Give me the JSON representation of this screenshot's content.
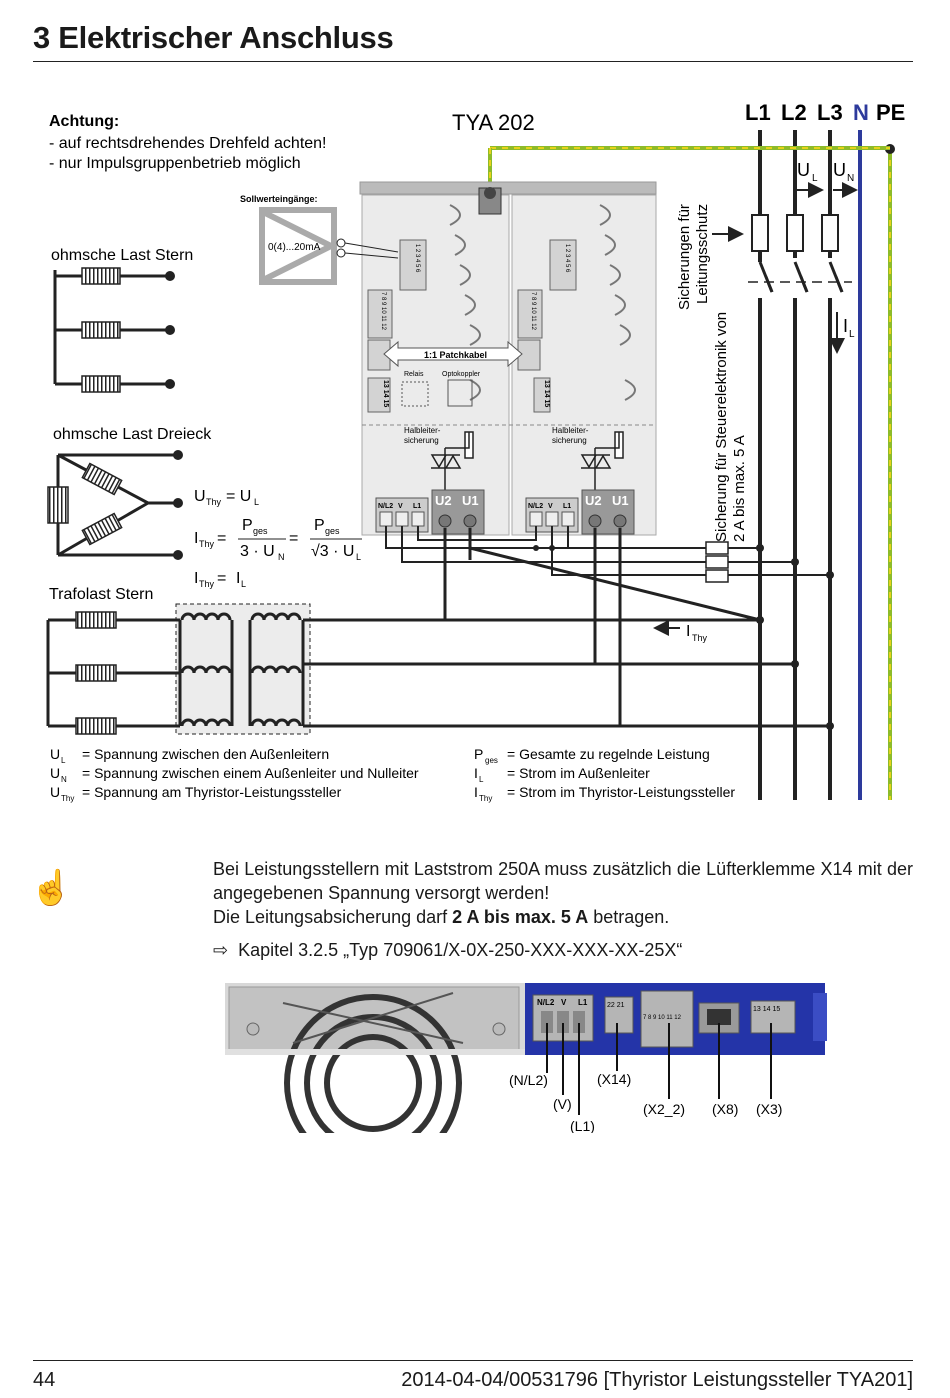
{
  "header": {
    "title": "3 Elektrischer Anschluss"
  },
  "diagram": {
    "device_name": "TYA 202",
    "attention": {
      "heading": "Achtung:",
      "lines": [
        "- auf rechtsdrehendes Drehfeld achten!",
        "- nur Impulsgruppenbetrieb möglich"
      ]
    },
    "setpoint": {
      "label": "Sollwerteingänge:",
      "range": "0(4)...20mA"
    },
    "loads": {
      "star": "ohmsche Last Stern",
      "delta": "ohmsche Last Dreieck",
      "transformer": "Trafolast Stern"
    },
    "phases": [
      "L1",
      "L2",
      "L3",
      "N",
      "PE"
    ],
    "patch_cable": "1:1 Patchkabel",
    "relay": "Relais",
    "optocoupler": "Optokoppler",
    "semiconductor_fuse": "Halbleiter-\nsicherung",
    "terminal_labels": [
      "N/L2",
      "V",
      "L1"
    ],
    "output_labels": [
      "U2",
      "U1"
    ],
    "connector_top": "1 2 3 4 5 6",
    "connector_mid": "7 8 9 10 11 12",
    "connector_x3": "13 14 15",
    "fuse_line_protection": [
      "Sicherungen für",
      "Leitungsschutz"
    ],
    "fuse_control": [
      "Sicherung für Steuerelektronik von",
      "2 A bis max. 5 A"
    ],
    "labels": {
      "UL": "U",
      "UL_sub": "L",
      "UN": "U",
      "UN_sub": "N",
      "IL": "I",
      "IL_sub": "L",
      "IThy": "I",
      "IThy_sub": "Thy"
    },
    "formulas": {
      "f1": "U",
      "f1_sub": "Thy",
      "f1_rhs": "= U",
      "f1_rhs_sub": "L",
      "f2_lhs": "I",
      "f2_lhs_sub": "Thy",
      "f2_num": "P",
      "f2_num_sub": "ges",
      "f2_den1": "3 · U",
      "f2_den1_sub": "N",
      "f2_den2": "√3 · U",
      "f2_den2_sub": "L",
      "f3_lhs": "I",
      "f3_lhs_sub": "Thy",
      "f3_rhs": "I",
      "f3_rhs_sub": "L"
    },
    "legend_left": [
      {
        "sym": "U",
        "sub": "L",
        "text": "= Spannung zwischen den Außenleitern"
      },
      {
        "sym": "U",
        "sub": "N",
        "text": "= Spannung zwischen einem Außenleiter und Nulleiter"
      },
      {
        "sym": "U",
        "sub": "Thy",
        "text": "= Spannung am Thyristor-Leistungssteller"
      }
    ],
    "legend_right": [
      {
        "sym": "P",
        "sub": "ges",
        "text": "= Gesamte zu regelnde Leistung"
      },
      {
        "sym": "I",
        "sub": "L",
        "text": "= Strom im Außenleiter"
      },
      {
        "sym": "I",
        "sub": "Thy",
        "text": "= Strom im Thyristor-Leistungssteller"
      }
    ]
  },
  "note": {
    "line1": "Bei Leistungsstellern mit Laststrom 250A muss zusätzlich die Lüfterklemme X14 mit der angegebenen Spannung versorgt werden!",
    "line2_pre": "Die Leitungsabsicherung darf ",
    "line2_bold": "2 A bis max. 5 A",
    "line2_post": " betragen.",
    "ref_arrow": "⇨",
    "ref": "Kapitel 3.2.5 „Typ 709061/X-0X-250-XXX-XXX-XX-25X“"
  },
  "photo": {
    "callouts": [
      "(N/L2)",
      "(V)",
      "(L1)",
      "(X14)",
      "(X2_2)",
      "(X8)",
      "(X3)"
    ],
    "terminal_text": [
      "N/L2",
      "V",
      "L1"
    ],
    "x14_text": "22 21",
    "x2_text": "7 8 9 10 11 12",
    "x3_text": "13 14 15"
  },
  "footer": {
    "page": "44",
    "doc": "2014-04-04/00531796 [Thyristor Leistungssteller TYA201]"
  },
  "colors": {
    "pe_green": "#8dbb2a",
    "pe_yellow": "#e8d21a",
    "neutral_blue": "#2d3a9c",
    "device_gray": "#e8e8e8",
    "pcb_blue": "#2434a8"
  }
}
